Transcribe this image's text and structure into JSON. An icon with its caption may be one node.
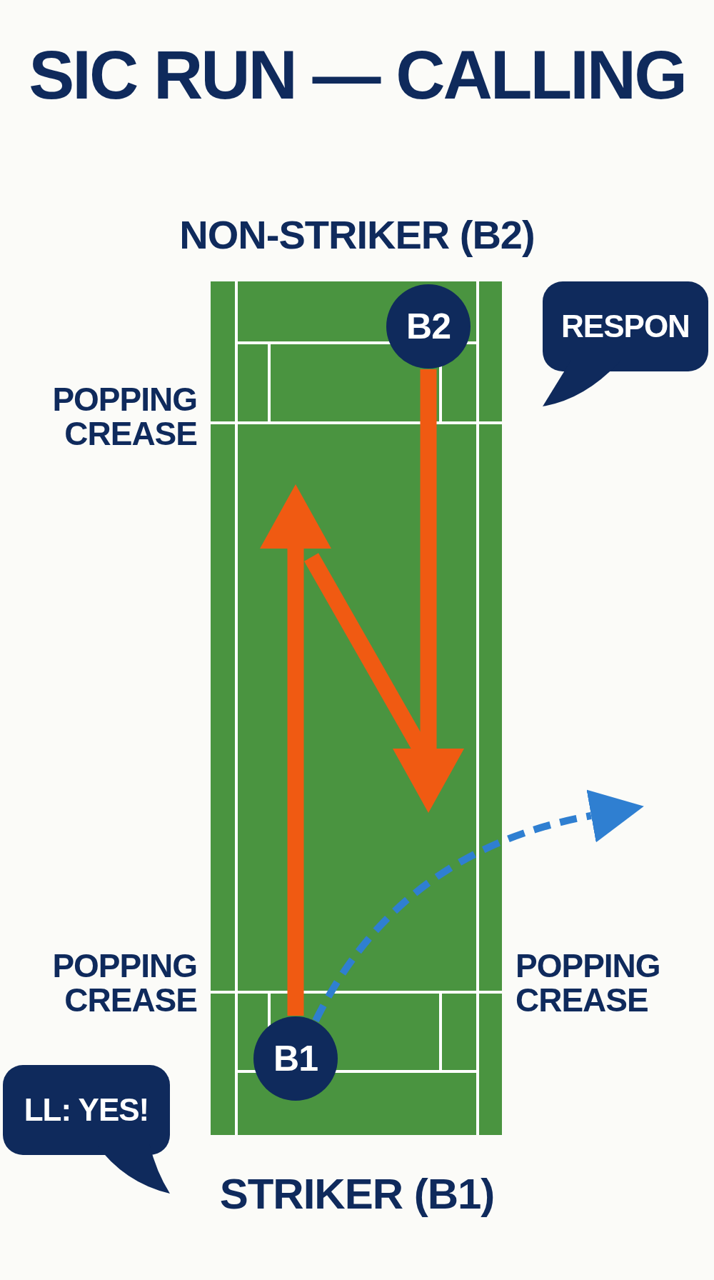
{
  "diagram": {
    "title": "SIC RUN — CALLING",
    "nodes": [
      {
        "text": [
          "B2"
        ]
      },
      {
        "text": [
          "B1"
        ]
      },
      {
        "text": [
          "RESPON"
        ]
      },
      {
        "text": [
          "LL: YES!"
        ]
      }
    ],
    "edges": [
      {
        "from": 1,
        "to": null,
        "arrow": "to"
      },
      {
        "from": 0,
        "to": null,
        "arrow": "to"
      },
      {
        "from": 1,
        "to": null,
        "arrow": "to",
        "style": "dashed",
        "color": "#2f7fd1"
      }
    ],
    "labels": [
      "NON-STRIKER (B2)",
      "POPPING CREASE",
      "POPPING CREASE",
      "POPPING CREASE",
      "STRIKER (B1)"
    ]
  }
}
